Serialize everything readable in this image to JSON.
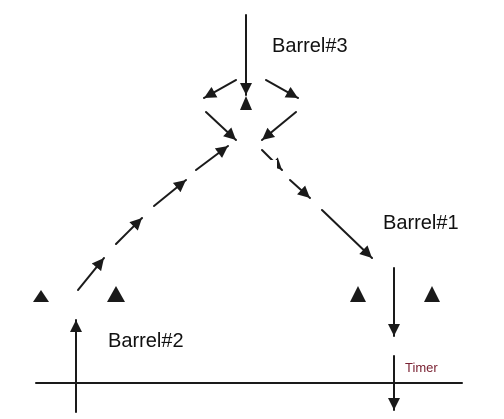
{
  "diagram": {
    "labels": {
      "barrel3": "Barrel#3",
      "barrel1": "Barrel#1",
      "barrel2": "Barrel#2",
      "timer": "Timer"
    }
  },
  "colors": {
    "ink": "#1a1a1a",
    "timer_text": "#7a2233",
    "background": "#ffffff"
  }
}
